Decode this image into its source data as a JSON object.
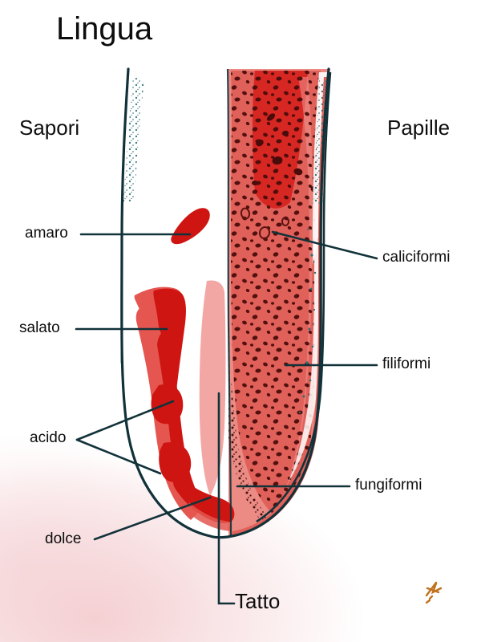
{
  "figure": {
    "title": "Lingua",
    "language": "it",
    "background_color": "#ffffff",
    "paper_tint_color": "#f4cdd0",
    "ink_color": "#0d2b33"
  },
  "headings": {
    "left": "Sapori",
    "right": "Papille"
  },
  "taste_labels": [
    {
      "id": "amaro",
      "text": "amaro",
      "side": "left"
    },
    {
      "id": "salato",
      "text": "salato",
      "side": "left"
    },
    {
      "id": "acido",
      "text": "acido",
      "side": "left"
    },
    {
      "id": "dolce",
      "text": "dolce",
      "side": "left"
    }
  ],
  "papillae_labels": [
    {
      "id": "caliciformi",
      "text": "caliciformi",
      "side": "right"
    },
    {
      "id": "filiformi",
      "text": "filiformi",
      "side": "right"
    },
    {
      "id": "fungiformi",
      "text": "fungiformi",
      "side": "right"
    }
  ],
  "bottom_label": {
    "id": "tatto",
    "text": "Tatto"
  },
  "palette": {
    "tongue_outline": "#12323a",
    "papilla_surface": "#e0615a",
    "papilla_surface_light": "#ec8a84",
    "papilla_dark_strip": "#d52421",
    "papilla_dots": "#4a0c0a",
    "taste_zone_light": "#e4564f",
    "taste_zone_dark": "#cf1512",
    "center_pale": "#f2a09c",
    "stipple_teal": "#2f6d74",
    "signature": "#c2721f"
  },
  "signature": {
    "present": true,
    "name": "artist-signature-mark"
  }
}
